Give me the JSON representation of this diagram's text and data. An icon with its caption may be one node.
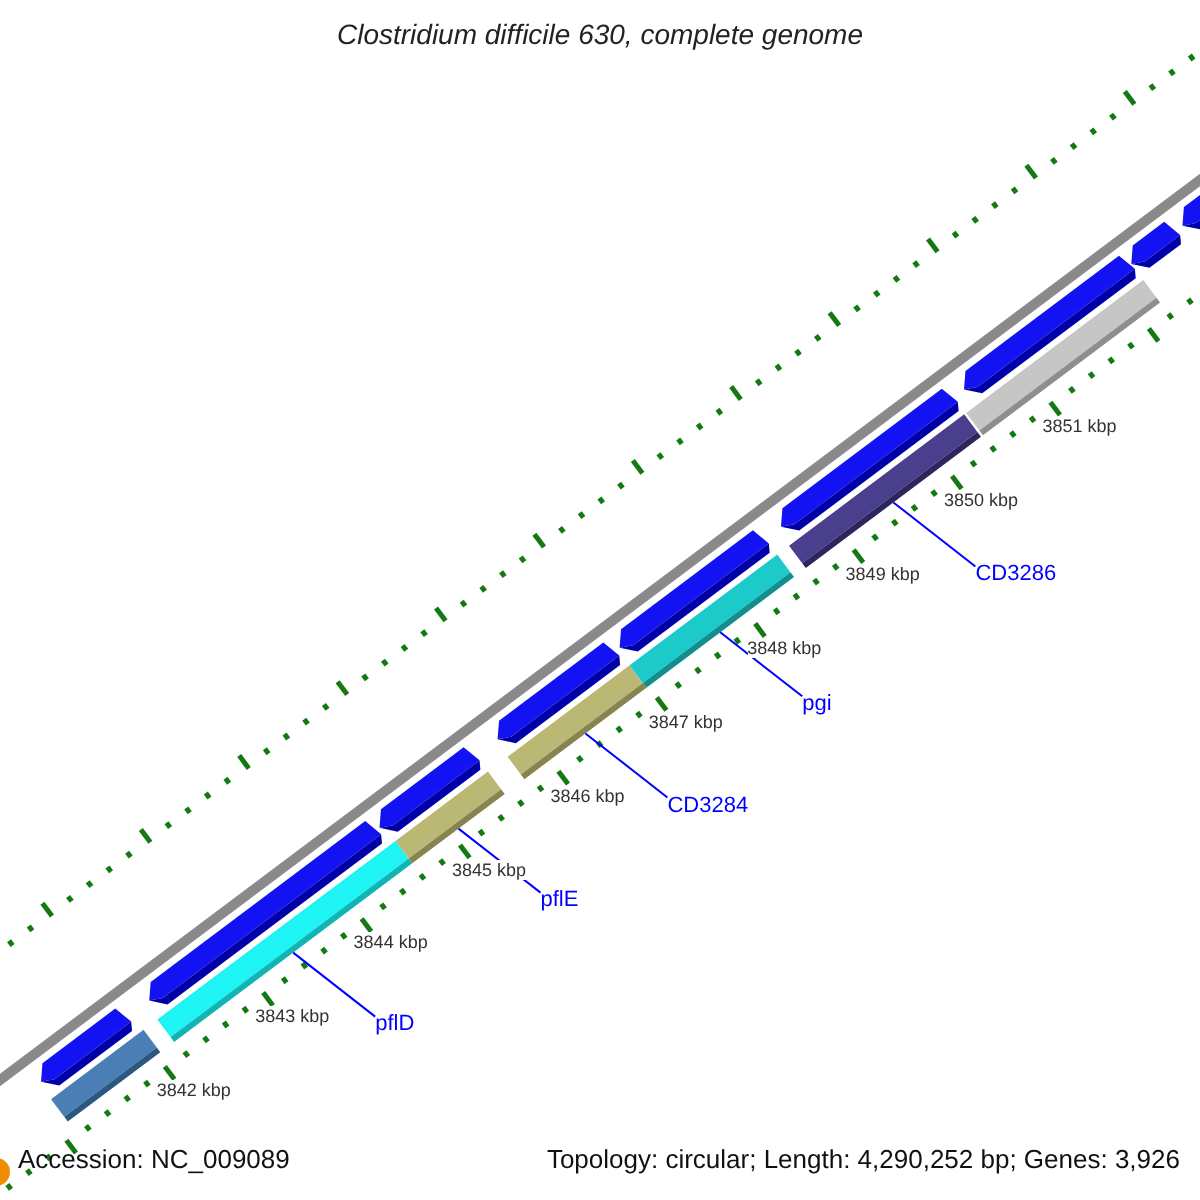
{
  "diagram": {
    "title": "Clostridium difficile 630, complete genome",
    "nodes": [
      {
        "text": [],
        "shape": "pentagon"
      },
      {
        "text": [],
        "shape": "pentagon"
      },
      {
        "text": [],
        "shape": "pentagon"
      },
      {
        "text": [],
        "shape": "pentagon"
      },
      {
        "text": [],
        "shape": "pentagon"
      },
      {
        "text": [],
        "shape": "pentagon"
      },
      {
        "text": [],
        "shape": "pentagon"
      },
      {
        "text": [],
        "shape": "pentagon"
      },
      {
        "text": [],
        "shape": "pentagon"
      },
      {
        "text": [],
        "shape": "bar"
      },
      {
        "text": [],
        "shape": "bar"
      },
      {
        "text": [],
        "shape": "bar"
      },
      {
        "text": [],
        "shape": "bar"
      },
      {
        "text": [],
        "shape": "bar"
      },
      {
        "text": [],
        "shape": "bar"
      },
      {
        "text": [],
        "shape": "bar"
      },
      {
        "text": [
          "pflD"
        ]
      },
      {
        "text": [
          "pflE"
        ]
      },
      {
        "text": [
          "CD3284"
        ]
      },
      {
        "text": [
          "pgi"
        ]
      },
      {
        "text": [
          "CD3286"
        ]
      }
    ],
    "edges": [
      {
        "from": 16,
        "to": 10,
        "arrow": "none"
      },
      {
        "from": 17,
        "to": 11,
        "arrow": "none"
      },
      {
        "from": 18,
        "to": 12,
        "arrow": "none"
      },
      {
        "from": 19,
        "to": 13,
        "arrow": "none"
      },
      {
        "from": 20,
        "to": 14,
        "arrow": "none"
      }
    ],
    "labels": [
      "3842 kbp",
      "3843 kbp",
      "3844 kbp",
      "3845 kbp",
      "3846 kbp",
      "3847 kbp",
      "3848 kbp",
      "3849 kbp",
      "3850 kbp",
      "3851 kbp",
      "Accession: NC_009089",
      "Topology: circular; Length: 4,290,252 bp; Genes: 3,926"
    ]
  }
}
